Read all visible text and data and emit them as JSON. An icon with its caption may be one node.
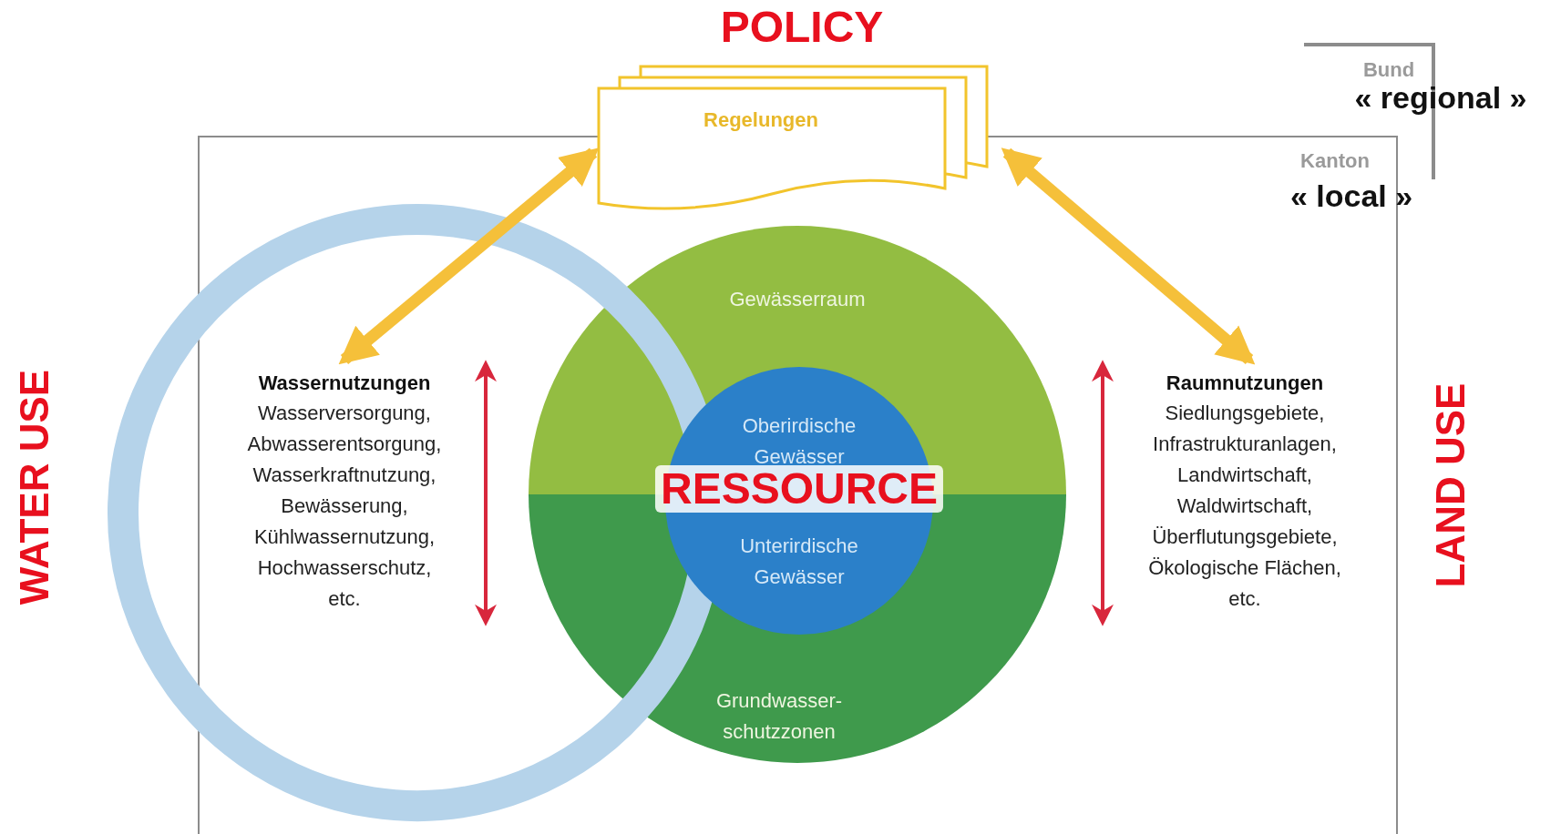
{
  "diagram": {
    "nodes": [
      {
        "text": [
          "Regelungen"
        ]
      },
      {
        "text": [
          "Wassernutzungen",
          "Wasserversorgung, Abwasserentsorgung, Wasserkraftnutzung, Bewässerung, Kühlwassernutzung, Hochwasserschutz, etc."
        ]
      },
      {
        "text": [
          "Raumnutzungen",
          "Siedlungsgebiete, Infrastrukturanlagen, Landwirtschaft, Waldwirtschaft, Überflutungsgebiete, Ökologische Flächen, etc."
        ]
      },
      {
        "text": [
          "Gewässerraum",
          "Grundwasser-schutzzonen"
        ]
      },
      {
        "text": [
          "Oberirdische Gewässer",
          "Unterirdische Gewässer"
        ],
        "in": 3
      }
    ],
    "edges": [
      {
        "from": 0,
        "to": 1,
        "arrow": "both"
      },
      {
        "from": 0,
        "to": 2,
        "arrow": "both"
      }
    ],
    "labels": [
      "POLICY",
      "Bund",
      "« regional »",
      "Kanton",
      "« local »",
      "WATER USE",
      "RESSOURCE",
      "LAND USE"
    ]
  }
}
